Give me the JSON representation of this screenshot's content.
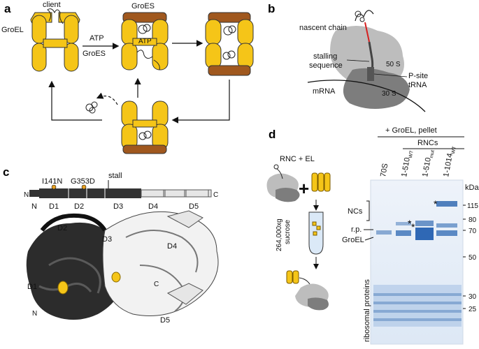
{
  "panel_letters": {
    "a": "a",
    "b": "b",
    "c": "c",
    "d": "d"
  },
  "panel_a": {
    "client": "client",
    "groel": "GroEL",
    "groes": "GroES",
    "atp": "ATP",
    "groes_arrow": "GroES",
    "atp_inner": "ATP"
  },
  "panel_b": {
    "nascent_chain": "nascent chain",
    "stalling_sequence_1": "stalling",
    "stalling_sequence_2": "sequence",
    "s50": "50 S",
    "s30": "30 S",
    "psite_1": "P-site",
    "psite_2": "tRNA",
    "mrna": "mRNA"
  },
  "panel_c": {
    "mutation_1": "I141N",
    "mutation_2": "G353D",
    "stall": "stall",
    "n_term": "N",
    "c_term": "C",
    "domains": [
      "N",
      "D1",
      "D2",
      "D3",
      "D4",
      "D5"
    ],
    "struct_labels": {
      "d1": "D1",
      "d2": "D2",
      "d3": "D3",
      "d4": "D4",
      "d5": "D5",
      "c": "C",
      "n": "N"
    }
  },
  "panel_d": {
    "rnc_el": "RNC + EL",
    "plus": "+",
    "sucrose_1": "264,000xg",
    "sucrose_2": "sucrose",
    "header": "+ GroEL, pellet",
    "rncs": "RNCs",
    "lanes": [
      {
        "name": "70S",
        "sub": ""
      },
      {
        "name": "1-510",
        "sub": "WT"
      },
      {
        "name": "1-510",
        "sub": "mut"
      },
      {
        "name": "1-1014",
        "sub": "WT"
      }
    ],
    "kda": "kDa",
    "markers": [
      "115",
      "80",
      "70",
      "50",
      "30",
      "25"
    ],
    "left_labels": {
      "ncs": "NCs",
      "rp": "r.p.",
      "groel": "GroEL",
      "ribo": "ribosomal proteins"
    },
    "star": "*"
  }
}
